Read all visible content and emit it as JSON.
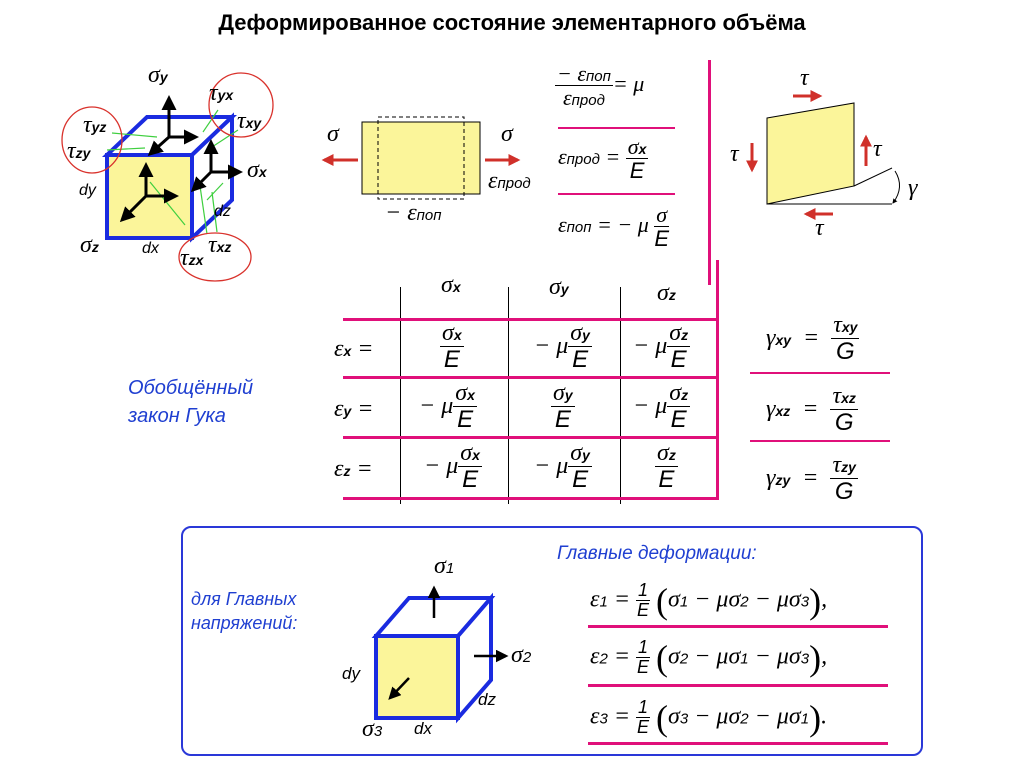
{
  "title": "Деформированное состояние элементарного объёма",
  "cube": {
    "sigma_y": "σ",
    "sigma_y_sub": "y",
    "tau_yx": "τ",
    "tau_yx_sub": "yx",
    "tau_xy": "τ",
    "tau_xy_sub": "xy",
    "tau_yz": "τ",
    "tau_yz_sub": "yz",
    "tau_zy": "τ",
    "tau_zy_sub": "zy",
    "sigma_x": "σ",
    "sigma_x_sub": "x",
    "dy": "dy",
    "dz": "dz",
    "dx": "dx",
    "sigma_z": "σ",
    "sigma_z_sub": "z",
    "tau_zx": "τ",
    "tau_zx_sub": "zx",
    "tau_xz": "τ",
    "tau_xz_sub": "xz"
  },
  "tension": {
    "sigma_left": "σ",
    "sigma_right": "σ",
    "eps_prod": "ε",
    "eps_prod_sub": "прод",
    "eps_pop": "− ε",
    "eps_pop_sub": "поп"
  },
  "formulas": {
    "mu_num": "− ε",
    "mu_num_sub": "поп",
    "mu_den": "ε",
    "mu_den_sub": "прод",
    "mu_eq": "= μ",
    "prod_lhs": "ε",
    "prod_lhs_sub": "прод",
    "prod_eq": "=",
    "prod_num": "σ",
    "prod_num_sub": "x",
    "prod_den": "E",
    "pop_lhs": "ε",
    "pop_lhs_sub": "поп",
    "pop_eq": "= − μ",
    "pop_num": "σ",
    "pop_den": "E"
  },
  "shear": {
    "tau_top": "τ",
    "tau_left": "τ",
    "tau_right": "τ",
    "tau_bottom": "τ",
    "gamma": "γ"
  },
  "hooke_label": [
    "Обобщённый",
    "закон Гука"
  ],
  "table": {
    "headers": [
      {
        "sym": "σ",
        "sub": "x"
      },
      {
        "sym": "σ",
        "sub": "y"
      },
      {
        "sym": "σ",
        "sub": "z"
      }
    ],
    "rows": [
      {
        "lhs": "ε",
        "sub": "x",
        "eq": "=",
        "cells": [
          {
            "pre": "",
            "num": "σ",
            "nsub": "x",
            "den": "E"
          },
          {
            "pre": "− μ",
            "num": "σ",
            "nsub": "y",
            "den": "E"
          },
          {
            "pre": "− μ",
            "num": "σ",
            "nsub": "z",
            "den": "E"
          }
        ]
      },
      {
        "lhs": "ε",
        "sub": "y",
        "eq": "=",
        "cells": [
          {
            "pre": "− μ",
            "num": "σ",
            "nsub": "x",
            "den": "E"
          },
          {
            "pre": "",
            "num": "σ",
            "nsub": "y",
            "den": "E"
          },
          {
            "pre": "− μ",
            "num": "σ",
            "nsub": "z",
            "den": "E"
          }
        ]
      },
      {
        "lhs": "ε",
        "sub": "z",
        "eq": "=",
        "cells": [
          {
            "pre": "− μ",
            "num": "σ",
            "nsub": "x",
            "den": "E"
          },
          {
            "pre": "− μ",
            "num": "σ",
            "nsub": "y",
            "den": "E"
          },
          {
            "pre": "",
            "num": "σ",
            "nsub": "z",
            "den": "E"
          }
        ]
      }
    ]
  },
  "gamma": [
    {
      "lhs": "γ",
      "sub": "xy",
      "eq": "=",
      "num": "τ",
      "nsub": "xy",
      "den": "G"
    },
    {
      "lhs": "γ",
      "sub": "xz",
      "eq": "=",
      "num": "τ",
      "nsub": "xz",
      "den": "G"
    },
    {
      "lhs": "γ",
      "sub": "zy",
      "eq": "=",
      "num": "τ",
      "nsub": "zy",
      "den": "G"
    }
  ],
  "principal": {
    "left_label": [
      "для Главных",
      "напряжений:"
    ],
    "heading": "Главные  деформации:",
    "cube": {
      "s1": "σ",
      "s1_sub": "1",
      "s2": "σ",
      "s2_sub": "2",
      "s3": "σ",
      "s3_sub": "3",
      "dy": "dy",
      "dz": "dz",
      "dx": "dx"
    },
    "eqs": [
      {
        "lhs": "ε",
        "sub": "1",
        "eq": "=",
        "num": "1",
        "den": "E",
        "a": "σ",
        "asub": "1",
        "b": "− μσ",
        "bsub": "2",
        "c": "− μσ",
        "csub": "3",
        "end": ","
      },
      {
        "lhs": "ε",
        "sub": "2",
        "eq": "=",
        "num": "1",
        "den": "E",
        "a": "σ",
        "asub": "2",
        "b": "− μσ",
        "bsub": "1",
        "c": "− μσ",
        "csub": "3",
        "end": ","
      },
      {
        "lhs": "ε",
        "sub": "3",
        "eq": "=",
        "num": "1",
        "den": "E",
        "a": "σ",
        "asub": "3",
        "b": "− μσ",
        "bsub": "2",
        "c": "− μσ",
        "csub": "1",
        "end": "."
      }
    ]
  },
  "colors": {
    "accent_line": "#e0107a",
    "blue_text": "#1f3fd1",
    "cube_face": "#fbf59a",
    "cube_edge": "#1a2be0",
    "arrow_red": "#d0302a",
    "circle": "#d9322c"
  }
}
